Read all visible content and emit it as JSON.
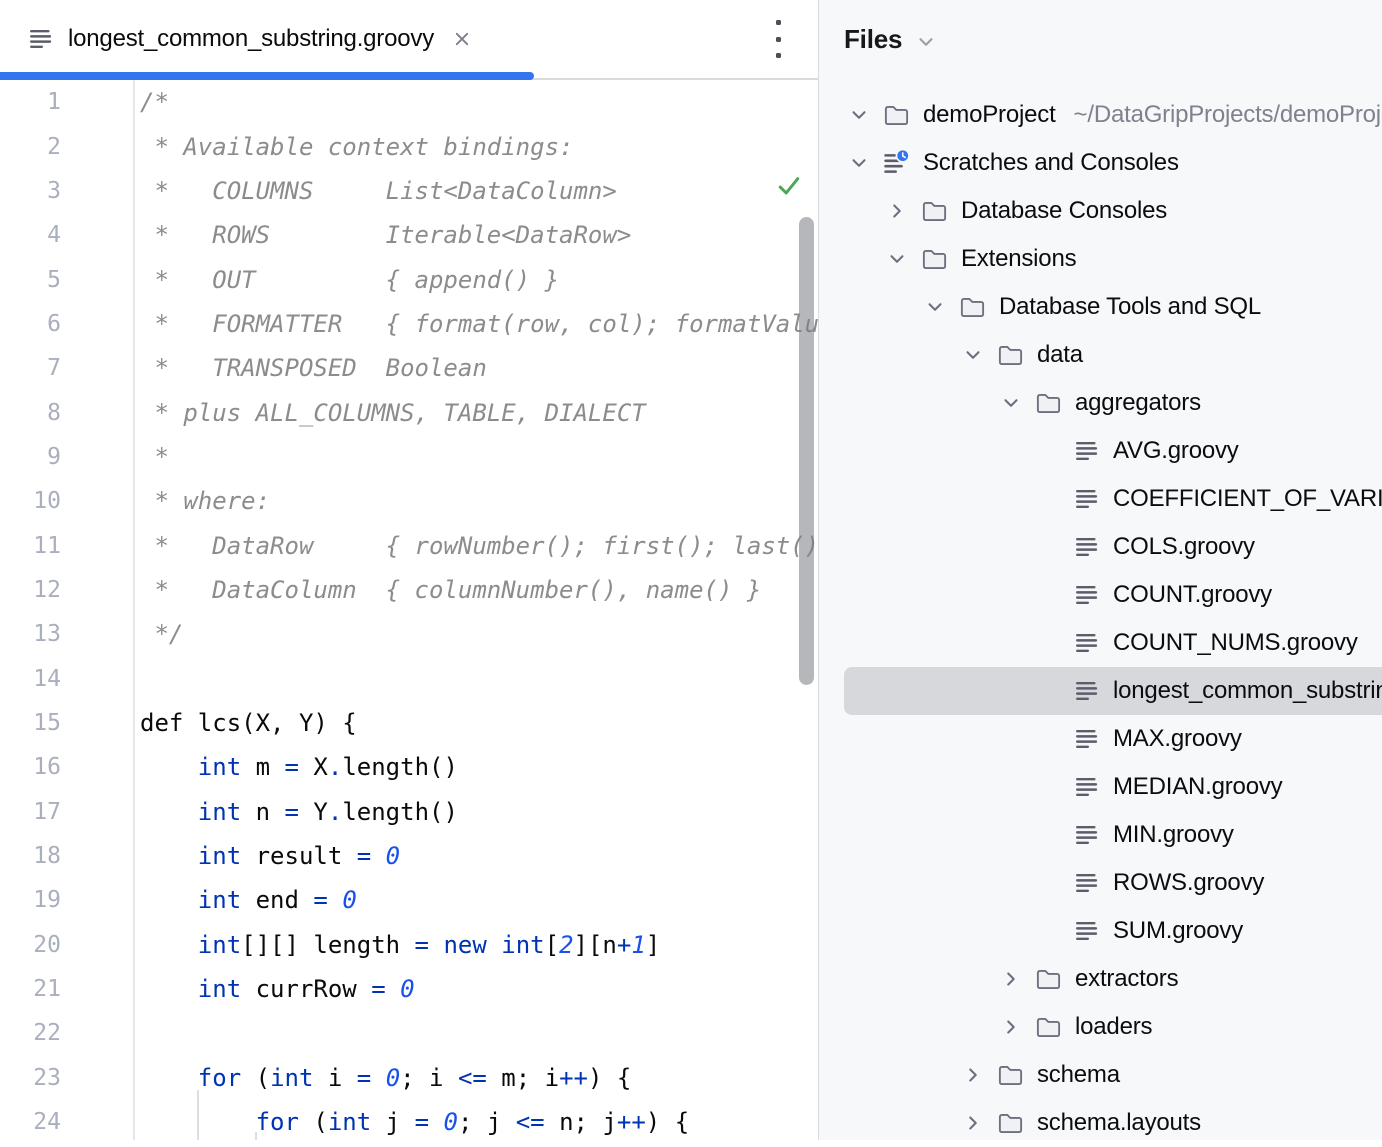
{
  "tab": {
    "title": "longest_common_substring.groovy",
    "icon": "groovy-scratch-file-icon",
    "close_icon": "close-x"
  },
  "colors": {
    "accent_blue": "#3574F0",
    "keyword_blue": "#0033B3",
    "number_blue": "#1750EB",
    "comment_gray": "#8C8C8C",
    "selection_gray": "#D6D8DC",
    "panel_background": "#F7F8FA",
    "ok_check_green": "#4CA654"
  },
  "editor": {
    "inspection_status": "no-problems-checkmark",
    "lines": [
      {
        "n": 1,
        "tokens": [
          [
            "/*",
            "c"
          ]
        ]
      },
      {
        "n": 2,
        "tokens": [
          [
            " * Available context bindings:",
            "c"
          ]
        ]
      },
      {
        "n": 3,
        "tokens": [
          [
            " *   COLUMNS     List<DataColumn>",
            "c"
          ]
        ]
      },
      {
        "n": 4,
        "tokens": [
          [
            " *   ROWS        Iterable<DataRow>",
            "c"
          ]
        ]
      },
      {
        "n": 5,
        "tokens": [
          [
            " *   OUT         { append() }",
            "c"
          ]
        ]
      },
      {
        "n": 6,
        "tokens": [
          [
            " *   FORMATTER   { format(row, col); formatValue(Object, col) }",
            "c"
          ]
        ]
      },
      {
        "n": 7,
        "tokens": [
          [
            " *   TRANSPOSED  Boolean",
            "c"
          ]
        ]
      },
      {
        "n": 8,
        "tokens": [
          [
            " * plus ALL_COLUMNS, TABLE, DIALECT",
            "c"
          ]
        ]
      },
      {
        "n": 9,
        "tokens": [
          [
            " *",
            "c"
          ]
        ]
      },
      {
        "n": 10,
        "tokens": [
          [
            " * where:",
            "c"
          ]
        ]
      },
      {
        "n": 11,
        "tokens": [
          [
            " *   DataRow     { rowNumber(); first(); last(); data(): List<Object>; value(column): Object }",
            "c"
          ]
        ]
      },
      {
        "n": 12,
        "tokens": [
          [
            " *   DataColumn  { columnNumber(), name() }",
            "c"
          ]
        ]
      },
      {
        "n": 13,
        "tokens": [
          [
            " */",
            "c"
          ]
        ]
      },
      {
        "n": 14,
        "tokens": []
      },
      {
        "n": 15,
        "tokens": [
          [
            "def lcs(X, Y) {",
            "p"
          ]
        ]
      },
      {
        "n": 16,
        "tokens": [
          [
            "    ",
            "p"
          ],
          [
            "int",
            "k"
          ],
          [
            " m ",
            "p"
          ],
          [
            "=",
            "k"
          ],
          [
            " X",
            "p"
          ],
          [
            ".",
            "k"
          ],
          [
            "length()",
            "p"
          ]
        ]
      },
      {
        "n": 17,
        "tokens": [
          [
            "    ",
            "p"
          ],
          [
            "int",
            "k"
          ],
          [
            " n ",
            "p"
          ],
          [
            "=",
            "k"
          ],
          [
            " Y",
            "p"
          ],
          [
            ".",
            "k"
          ],
          [
            "length()",
            "p"
          ]
        ]
      },
      {
        "n": 18,
        "tokens": [
          [
            "    ",
            "p"
          ],
          [
            "int",
            "k"
          ],
          [
            " result ",
            "p"
          ],
          [
            "=",
            "k"
          ],
          [
            " ",
            "p"
          ],
          [
            "0",
            "n"
          ]
        ]
      },
      {
        "n": 19,
        "tokens": [
          [
            "    ",
            "p"
          ],
          [
            "int",
            "k"
          ],
          [
            " end ",
            "p"
          ],
          [
            "=",
            "k"
          ],
          [
            " ",
            "p"
          ],
          [
            "0",
            "n"
          ]
        ]
      },
      {
        "n": 20,
        "tokens": [
          [
            "    ",
            "p"
          ],
          [
            "int",
            "k"
          ],
          [
            "[][] length ",
            "p"
          ],
          [
            "=",
            "k"
          ],
          [
            " ",
            "p"
          ],
          [
            "new",
            "k"
          ],
          [
            " ",
            "p"
          ],
          [
            "int",
            "k"
          ],
          [
            "[",
            "p"
          ],
          [
            "2",
            "n"
          ],
          [
            "][n",
            "p"
          ],
          [
            "+",
            "k"
          ],
          [
            "1",
            "n"
          ],
          [
            "]",
            "p"
          ]
        ]
      },
      {
        "n": 21,
        "tokens": [
          [
            "    ",
            "p"
          ],
          [
            "int",
            "k"
          ],
          [
            " currRow ",
            "p"
          ],
          [
            "=",
            "k"
          ],
          [
            " ",
            "p"
          ],
          [
            "0",
            "n"
          ]
        ]
      },
      {
        "n": 22,
        "tokens": []
      },
      {
        "n": 23,
        "tokens": [
          [
            "    ",
            "p"
          ],
          [
            "for",
            "k"
          ],
          [
            " (",
            "p"
          ],
          [
            "int",
            "k"
          ],
          [
            " i ",
            "p"
          ],
          [
            "=",
            "k"
          ],
          [
            " ",
            "p"
          ],
          [
            "0",
            "n"
          ],
          [
            "; i ",
            "p"
          ],
          [
            "<=",
            "k"
          ],
          [
            " m; i",
            "p"
          ],
          [
            "++",
            "k"
          ],
          [
            ") {",
            "p"
          ]
        ]
      },
      {
        "n": 24,
        "tokens": [
          [
            "        ",
            "p"
          ],
          [
            "for",
            "k"
          ],
          [
            " (",
            "p"
          ],
          [
            "int",
            "k"
          ],
          [
            " j ",
            "p"
          ],
          [
            "=",
            "k"
          ],
          [
            " ",
            "p"
          ],
          [
            "0",
            "n"
          ],
          [
            "; j ",
            "p"
          ],
          [
            "<=",
            "k"
          ],
          [
            " n; j",
            "p"
          ],
          [
            "++",
            "k"
          ],
          [
            ") {",
            "p"
          ]
        ]
      }
    ]
  },
  "files_panel": {
    "title": "Files",
    "header_icon": "chevron-down-icon",
    "tree": [
      {
        "label": "demoProject",
        "path": "~/DataGripProjects/demoProject",
        "icon": "folder-icon",
        "level": 0,
        "state": "expanded",
        "selected": false
      },
      {
        "label": "Scratches and Consoles",
        "icon": "scratches-icon",
        "level": 0,
        "state": "expanded",
        "selected": false
      },
      {
        "label": "Database Consoles",
        "icon": "folder-icon",
        "level": 1,
        "state": "collapsed",
        "selected": false
      },
      {
        "label": "Extensions",
        "icon": "folder-icon",
        "level": 1,
        "state": "expanded",
        "selected": false
      },
      {
        "label": "Database Tools and SQL",
        "icon": "folder-icon",
        "level": 2,
        "state": "expanded",
        "selected": false
      },
      {
        "label": "data",
        "icon": "folder-icon",
        "level": 3,
        "state": "expanded",
        "selected": false
      },
      {
        "label": "aggregators",
        "icon": "folder-icon",
        "level": 4,
        "state": "expanded",
        "selected": false
      },
      {
        "label": "AVG.groovy",
        "icon": "file-lines-icon",
        "level": 5,
        "state": "none",
        "selected": false
      },
      {
        "label": "COEFFICIENT_OF_VARIANCE.groovy",
        "icon": "file-lines-icon",
        "level": 5,
        "state": "none",
        "selected": false
      },
      {
        "label": "COLS.groovy",
        "icon": "file-lines-icon",
        "level": 5,
        "state": "none",
        "selected": false
      },
      {
        "label": "COUNT.groovy",
        "icon": "file-lines-icon",
        "level": 5,
        "state": "none",
        "selected": false
      },
      {
        "label": "COUNT_NUMS.groovy",
        "icon": "file-lines-icon",
        "level": 5,
        "state": "none",
        "selected": false
      },
      {
        "label": "longest_common_substring.groovy",
        "icon": "file-lines-icon",
        "level": 5,
        "state": "none",
        "selected": true
      },
      {
        "label": "MAX.groovy",
        "icon": "file-lines-icon",
        "level": 5,
        "state": "none",
        "selected": false
      },
      {
        "label": "MEDIAN.groovy",
        "icon": "file-lines-icon",
        "level": 5,
        "state": "none",
        "selected": false
      },
      {
        "label": "MIN.groovy",
        "icon": "file-lines-icon",
        "level": 5,
        "state": "none",
        "selected": false
      },
      {
        "label": "ROWS.groovy",
        "icon": "file-lines-icon",
        "level": 5,
        "state": "none",
        "selected": false
      },
      {
        "label": "SUM.groovy",
        "icon": "file-lines-icon",
        "level": 5,
        "state": "none",
        "selected": false
      },
      {
        "label": "extractors",
        "icon": "folder-icon",
        "level": 4,
        "state": "collapsed",
        "selected": false
      },
      {
        "label": "loaders",
        "icon": "folder-icon",
        "level": 4,
        "state": "collapsed",
        "selected": false
      },
      {
        "label": "schema",
        "icon": "folder-icon",
        "level": 3,
        "state": "collapsed",
        "selected": false
      },
      {
        "label": "schema.layouts",
        "icon": "folder-icon",
        "level": 3,
        "state": "collapsed",
        "selected": false
      }
    ]
  }
}
